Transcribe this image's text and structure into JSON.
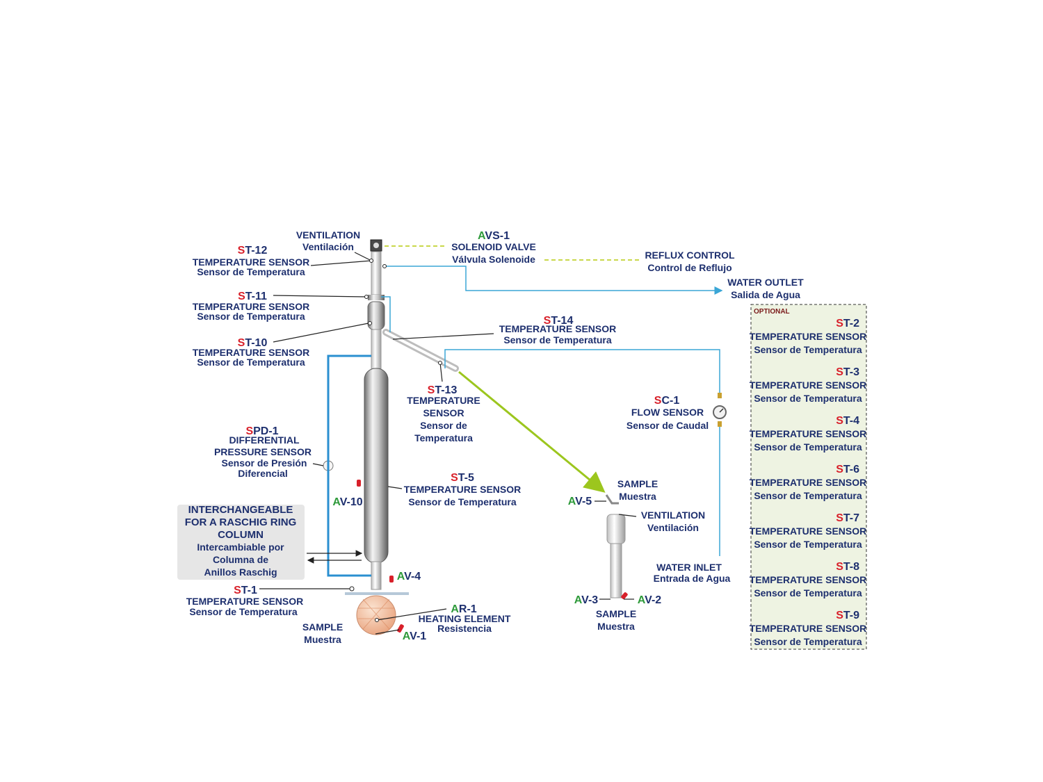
{
  "colors": {
    "label": "#1d2f6e",
    "prefix_red": "#d8202a",
    "prefix_green": "#2e9a3a",
    "water_line": "#3aa6d6",
    "control_line": "#c9d84a",
    "optional_bg": "#eef3e2"
  },
  "labels": {
    "ventilation_top": {
      "en": "VENTILATION",
      "es": "Ventilación"
    },
    "avs1": {
      "p": "A",
      "s": "VS-1",
      "en": "SOLENOID VALVE",
      "es": "Válvula Solenoide"
    },
    "reflux": {
      "en": "REFLUX CONTROL",
      "es": "Control de Reflujo"
    },
    "water_outlet": {
      "en": "WATER OUTLET",
      "es": "Salida de Agua"
    },
    "st12": {
      "p": "S",
      "s": "T-12",
      "en": "TEMPERATURE SENSOR",
      "es": "Sensor de Temperatura"
    },
    "st11": {
      "p": "S",
      "s": "T-11",
      "en": "TEMPERATURE SENSOR",
      "es": "Sensor de Temperatura"
    },
    "st10": {
      "p": "S",
      "s": "T-10",
      "en": "TEMPERATURE SENSOR",
      "es": "Sensor de Temperatura"
    },
    "st14": {
      "p": "S",
      "s": "T-14",
      "en": "TEMPERATURE SENSOR",
      "es": "Sensor de Temperatura"
    },
    "st13": {
      "p": "S",
      "s": "T-13",
      "l1": "TEMPERATURE",
      "l2": "SENSOR",
      "l3": "Sensor de",
      "l4": "Temperatura"
    },
    "spd1": {
      "p": "S",
      "s": "PD-1",
      "l1": "DIFFERENTIAL",
      "l2": "PRESSURE SENSOR",
      "l3": "Sensor de Presión",
      "l4": "Diferencial"
    },
    "st5": {
      "p": "S",
      "s": "T-5",
      "en": "TEMPERATURE SENSOR",
      "es": "Sensor de Temperatura"
    },
    "av10": {
      "p": "A",
      "s": "V-10"
    },
    "interchangeable": {
      "l1": "INTERCHANGEABLE",
      "l2": "FOR A RASCHIG RING",
      "l3": "COLUMN",
      "l4": "Intercambiable por",
      "l5": "Columna de",
      "l6": "Anillos Raschig"
    },
    "av4": {
      "p": "A",
      "s": "V-4"
    },
    "st1": {
      "p": "S",
      "s": "T-1",
      "en": "TEMPERATURE SENSOR",
      "es": "Sensor de Temperatura"
    },
    "ar1": {
      "p": "A",
      "s": "R-1",
      "en": "HEATING ELEMENT",
      "es": "Resistencia"
    },
    "sample_left": {
      "en": "SAMPLE",
      "es": "Muestra"
    },
    "av1": {
      "p": "A",
      "s": "V-1"
    },
    "sc1": {
      "p": "S",
      "s": "C-1",
      "en": "FLOW SENSOR",
      "es": "Sensor de Caudal"
    },
    "sample_mid": {
      "en": "SAMPLE",
      "es": "Muestra"
    },
    "av5": {
      "p": "A",
      "s": "V-5"
    },
    "ventilation_mid": {
      "en": "VENTILATION",
      "es": "Ventilación"
    },
    "water_inlet": {
      "en": "WATER INLET",
      "es": "Entrada de Agua"
    },
    "av3": {
      "p": "A",
      "s": "V-3"
    },
    "av2": {
      "p": "A",
      "s": "V-2"
    },
    "sample_bottom": {
      "en": "SAMPLE",
      "es": "Muestra"
    }
  },
  "optional": {
    "title": "OPTIONAL",
    "items": [
      {
        "p": "S",
        "s": "T-2",
        "en": "TEMPERATURE SENSOR",
        "es": "Sensor de Temperatura"
      },
      {
        "p": "S",
        "s": "T-3",
        "en": "TEMPERATURE SENSOR",
        "es": "Sensor de Temperatura"
      },
      {
        "p": "S",
        "s": "T-4",
        "en": "TEMPERATURE SENSOR",
        "es": "Sensor de Temperatura"
      },
      {
        "p": "S",
        "s": "T-6",
        "en": "TEMPERATURE SENSOR",
        "es": "Sensor de Temperatura"
      },
      {
        "p": "S",
        "s": "T-7",
        "en": "TEMPERATURE SENSOR",
        "es": "Sensor de Temperatura"
      },
      {
        "p": "S",
        "s": "T-8",
        "en": "TEMPERATURE SENSOR",
        "es": "Sensor de Temperatura"
      },
      {
        "p": "S",
        "s": "T-9",
        "en": "TEMPERATURE SENSOR",
        "es": "Sensor de Temperatura"
      }
    ]
  }
}
